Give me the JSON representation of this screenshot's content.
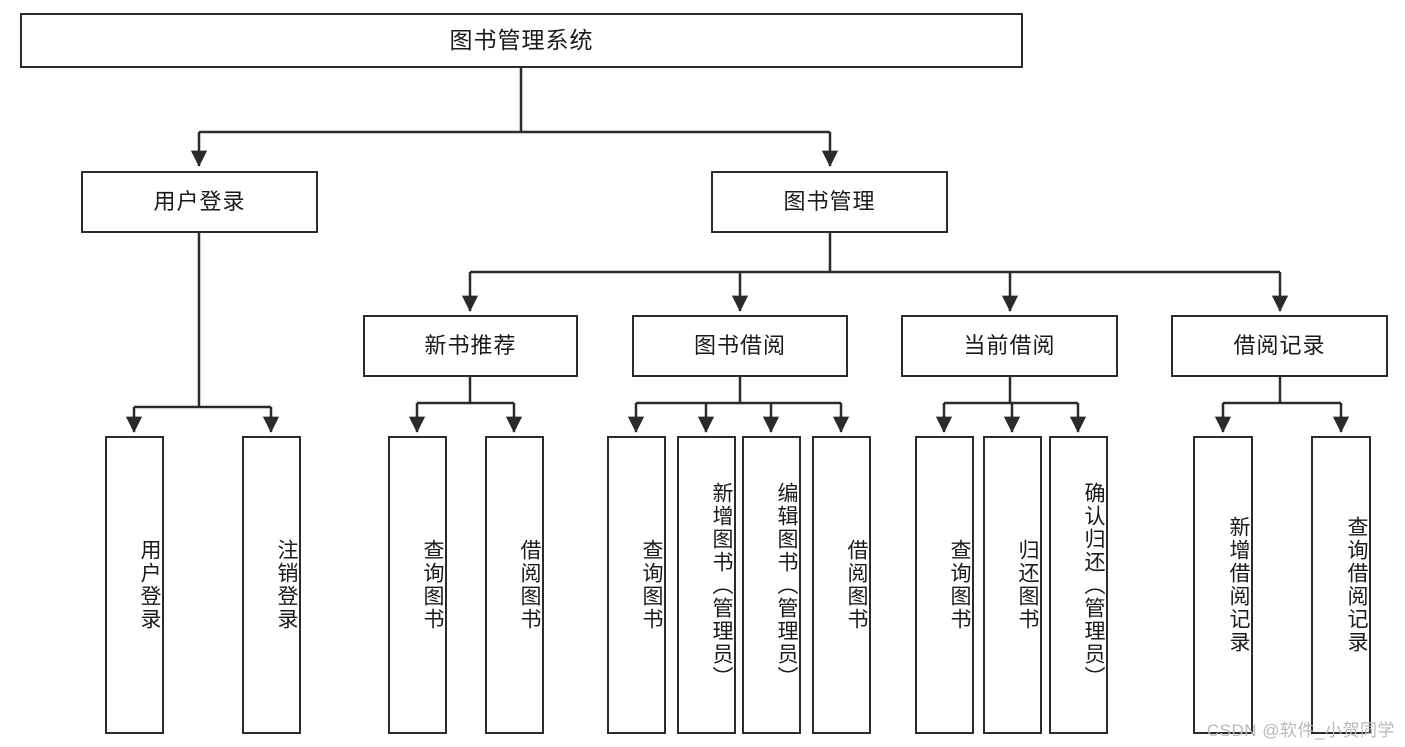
{
  "diagram": {
    "title": "图书管理系统",
    "type": "tree-structure-chart",
    "watermark": "CSDN @软件_小贺同学",
    "colors": {
      "box_border": "#2b2b2b",
      "box_fill": "#ffffff",
      "connector": "#2b2b2b",
      "text": "#1a1a1a",
      "watermark": "#b9b9b9"
    }
  },
  "nodes": {
    "root": {
      "label": "图书管理系统"
    },
    "level2": [
      {
        "label": "用户登录"
      },
      {
        "label": "图书管理"
      }
    ],
    "level3": [
      {
        "label": "新书推荐"
      },
      {
        "label": "图书借阅"
      },
      {
        "label": "当前借阅"
      },
      {
        "label": "借阅记录"
      }
    ],
    "leaves": {
      "user_login": [
        {
          "label": "用户登录"
        },
        {
          "label": "注销登录"
        }
      ],
      "new_book_recommend": [
        {
          "label": "查询图书"
        },
        {
          "label": "借阅图书"
        }
      ],
      "book_borrow": [
        {
          "label": "查询图书"
        },
        {
          "label": "新增图书（管理员）"
        },
        {
          "label": "编辑图书（管理员）"
        },
        {
          "label": "借阅图书"
        }
      ],
      "current_borrow": [
        {
          "label": "查询图书"
        },
        {
          "label": "归还图书"
        },
        {
          "label": "确认归还（管理员）"
        }
      ],
      "borrow_records": [
        {
          "label": "新增借阅记录"
        },
        {
          "label": "查询借阅记录"
        }
      ]
    }
  }
}
